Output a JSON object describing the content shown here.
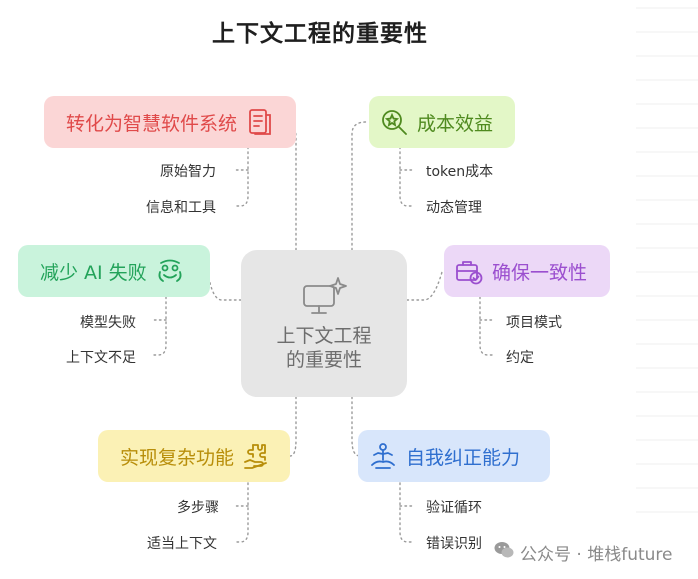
{
  "title": "上下文工程的重要性",
  "center": {
    "line1": "上下文工程",
    "line2": "的重要性",
    "icon": "computer-sparkle-icon"
  },
  "nodes": {
    "convert": {
      "label": "转化为智慧软件系统",
      "icon": "document-icon",
      "bg": "#fbd6d6",
      "color": "#e04a4a",
      "items": [
        "原始智力",
        "信息和工具"
      ]
    },
    "cost": {
      "label": "成本效益",
      "icon": "star-search-icon",
      "bg": "#e3f7c7",
      "color": "#4f8a1f",
      "items": [
        "token成本",
        "动态管理"
      ]
    },
    "reduce": {
      "label": "减少 AI 失败",
      "icon": "face-icon",
      "bg": "#c9f3dc",
      "color": "#23a35a",
      "items": [
        "模型失败",
        "上下文不足"
      ]
    },
    "consistency": {
      "label": "确保一致性",
      "icon": "briefcase-check-icon",
      "bg": "#ecd8f7",
      "color": "#9b4fcf",
      "items": [
        "项目模式",
        "约定"
      ]
    },
    "complex": {
      "label": "实现复杂功能",
      "icon": "puzzle-hand-icon",
      "bg": "#fbf1b5",
      "color": "#b88e0a",
      "items": [
        "多步骤",
        "适当上下文"
      ]
    },
    "selfcorrect": {
      "label": "自我纠正能力",
      "icon": "meditation-icon",
      "bg": "#d8e6fb",
      "color": "#2f6fcf",
      "items": [
        "验证循环",
        "错误识别"
      ]
    }
  },
  "watermark": {
    "text": "公众号 · 堆栈future",
    "icon": "wechat-icon"
  }
}
